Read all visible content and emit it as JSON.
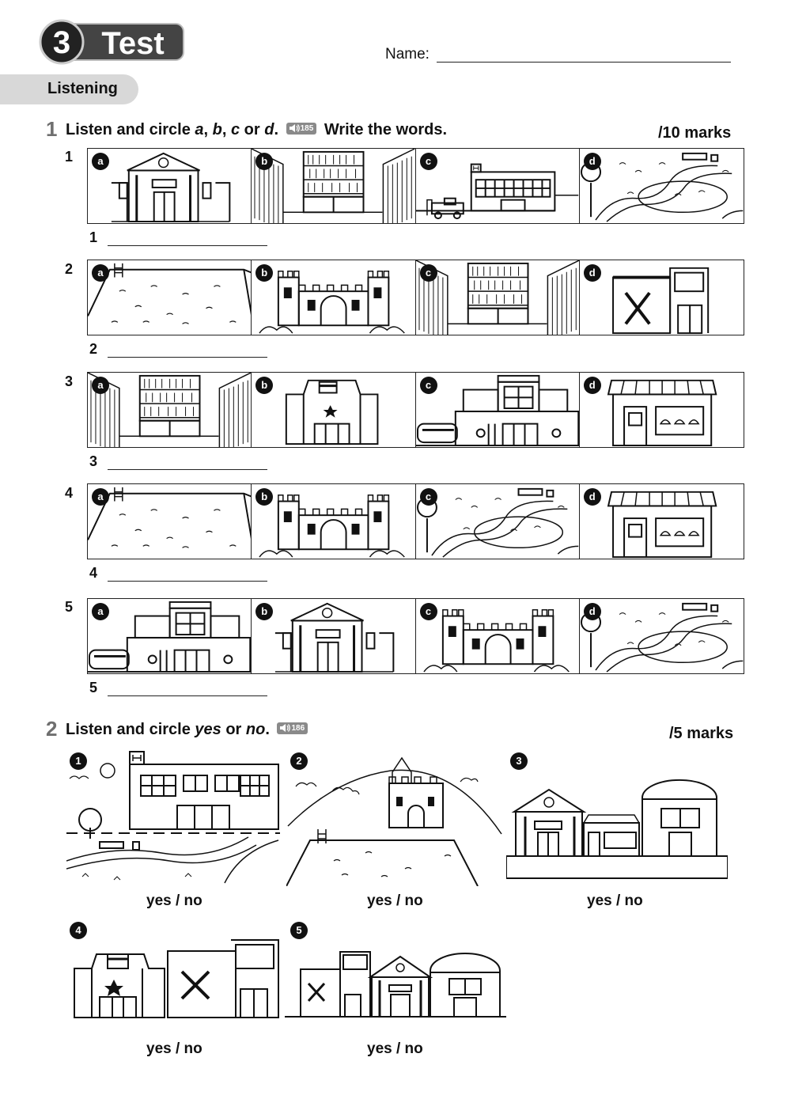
{
  "header": {
    "logo_number": "3",
    "logo_word": "Test",
    "name_label": "Name:",
    "section": "Listening"
  },
  "exercise1": {
    "number": "1",
    "instruction_start": "Listen and circle ",
    "opt_a": "a",
    "comma1": ", ",
    "opt_b": "b",
    "comma2": ", ",
    "opt_c": "c",
    "or_word": " or ",
    "opt_d": "d",
    "period": ".",
    "audio_track": "185",
    "instruction_end": "Write the words.",
    "marks": "/10 marks",
    "questions": [
      {
        "num": "1",
        "answer_num": "1",
        "options": [
          {
            "letter": "a",
            "scene": "museum"
          },
          {
            "letter": "b",
            "scene": "library"
          },
          {
            "letter": "c",
            "scene": "hospital"
          },
          {
            "letter": "d",
            "scene": "park"
          }
        ]
      },
      {
        "num": "2",
        "answer_num": "2",
        "options": [
          {
            "letter": "a",
            "scene": "pool"
          },
          {
            "letter": "b",
            "scene": "castle"
          },
          {
            "letter": "c",
            "scene": "library"
          },
          {
            "letter": "d",
            "scene": "restaurant"
          }
        ]
      },
      {
        "num": "3",
        "answer_num": "3",
        "options": [
          {
            "letter": "a",
            "scene": "library"
          },
          {
            "letter": "b",
            "scene": "cinema"
          },
          {
            "letter": "c",
            "scene": "station"
          },
          {
            "letter": "d",
            "scene": "shop"
          }
        ]
      },
      {
        "num": "4",
        "answer_num": "4",
        "options": [
          {
            "letter": "a",
            "scene": "pool"
          },
          {
            "letter": "b",
            "scene": "castle"
          },
          {
            "letter": "c",
            "scene": "park"
          },
          {
            "letter": "d",
            "scene": "shop"
          }
        ]
      },
      {
        "num": "5",
        "answer_num": "5",
        "options": [
          {
            "letter": "a",
            "scene": "station"
          },
          {
            "letter": "b",
            "scene": "museum"
          },
          {
            "letter": "c",
            "scene": "castle"
          },
          {
            "letter": "d",
            "scene": "park"
          }
        ]
      }
    ]
  },
  "exercise2": {
    "number": "2",
    "instruction_start": "Listen and circle ",
    "yes_word": "yes",
    "or_word": " or ",
    "no_word": "no",
    "period": ".",
    "audio_track": "186",
    "marks": "/5 marks",
    "items": [
      {
        "num": "1",
        "label": "yes / no"
      },
      {
        "num": "2",
        "label": "yes / no"
      },
      {
        "num": "3",
        "label": "yes / no"
      },
      {
        "num": "4",
        "label": "yes / no"
      },
      {
        "num": "5",
        "label": "yes / no"
      }
    ]
  }
}
